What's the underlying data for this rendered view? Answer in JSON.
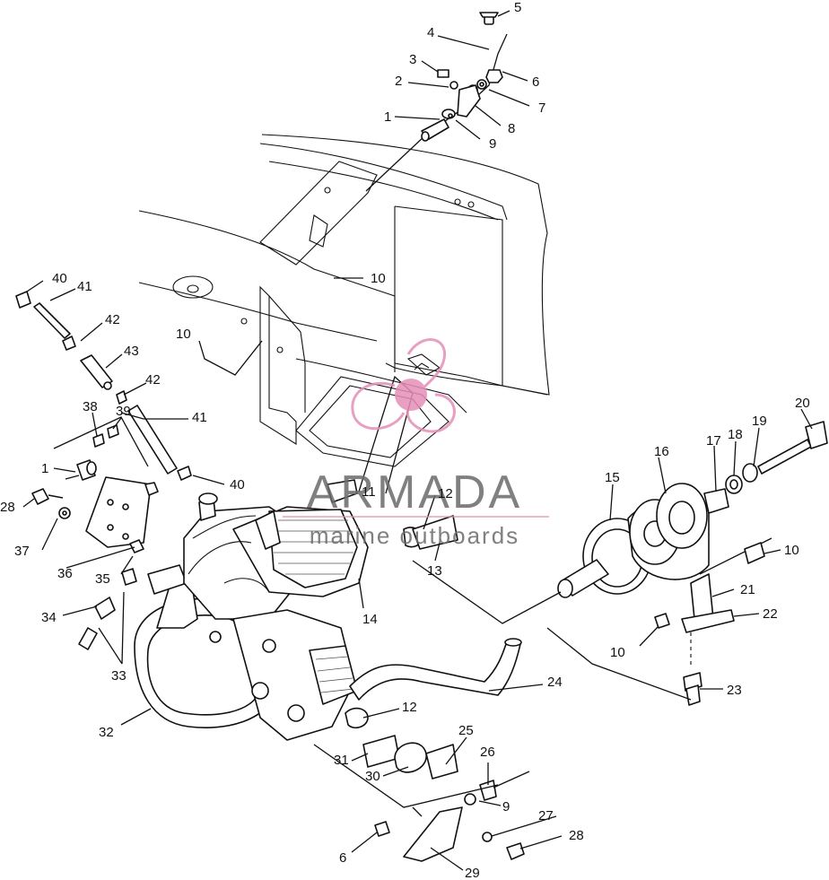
{
  "watermark": {
    "brand": "ARMADA",
    "tagline": "marine outboards",
    "color_brand": "#6b6b6b",
    "color_accent": "#e58fb8"
  },
  "callouts": [
    {
      "label": "5"
    },
    {
      "label": "4"
    },
    {
      "label": "3"
    },
    {
      "label": "2"
    },
    {
      "label": "6"
    },
    {
      "label": "7"
    },
    {
      "label": "1"
    },
    {
      "label": "8"
    },
    {
      "label": "9"
    },
    {
      "label": "10"
    },
    {
      "label": "40"
    },
    {
      "label": "41"
    },
    {
      "label": "42"
    },
    {
      "label": "10"
    },
    {
      "label": "43"
    },
    {
      "label": "42"
    },
    {
      "label": "38"
    },
    {
      "label": "41"
    },
    {
      "label": "39"
    },
    {
      "label": "20"
    },
    {
      "label": "19"
    },
    {
      "label": "18"
    },
    {
      "label": "17"
    },
    {
      "label": "16"
    },
    {
      "label": "1"
    },
    {
      "label": "40"
    },
    {
      "label": "11"
    },
    {
      "label": "12"
    },
    {
      "label": "15"
    },
    {
      "label": "28"
    },
    {
      "label": "37"
    },
    {
      "label": "36"
    },
    {
      "label": "13"
    },
    {
      "label": "10"
    },
    {
      "label": "35"
    },
    {
      "label": "21"
    },
    {
      "label": "22"
    },
    {
      "label": "14"
    },
    {
      "label": "34"
    },
    {
      "label": "10"
    },
    {
      "label": "33"
    },
    {
      "label": "23"
    },
    {
      "label": "24"
    },
    {
      "label": "12"
    },
    {
      "label": "32"
    },
    {
      "label": "25"
    },
    {
      "label": "31"
    },
    {
      "label": "26"
    },
    {
      "label": "30"
    },
    {
      "label": "9"
    },
    {
      "label": "27"
    },
    {
      "label": "28"
    },
    {
      "label": "6"
    },
    {
      "label": "29"
    }
  ]
}
